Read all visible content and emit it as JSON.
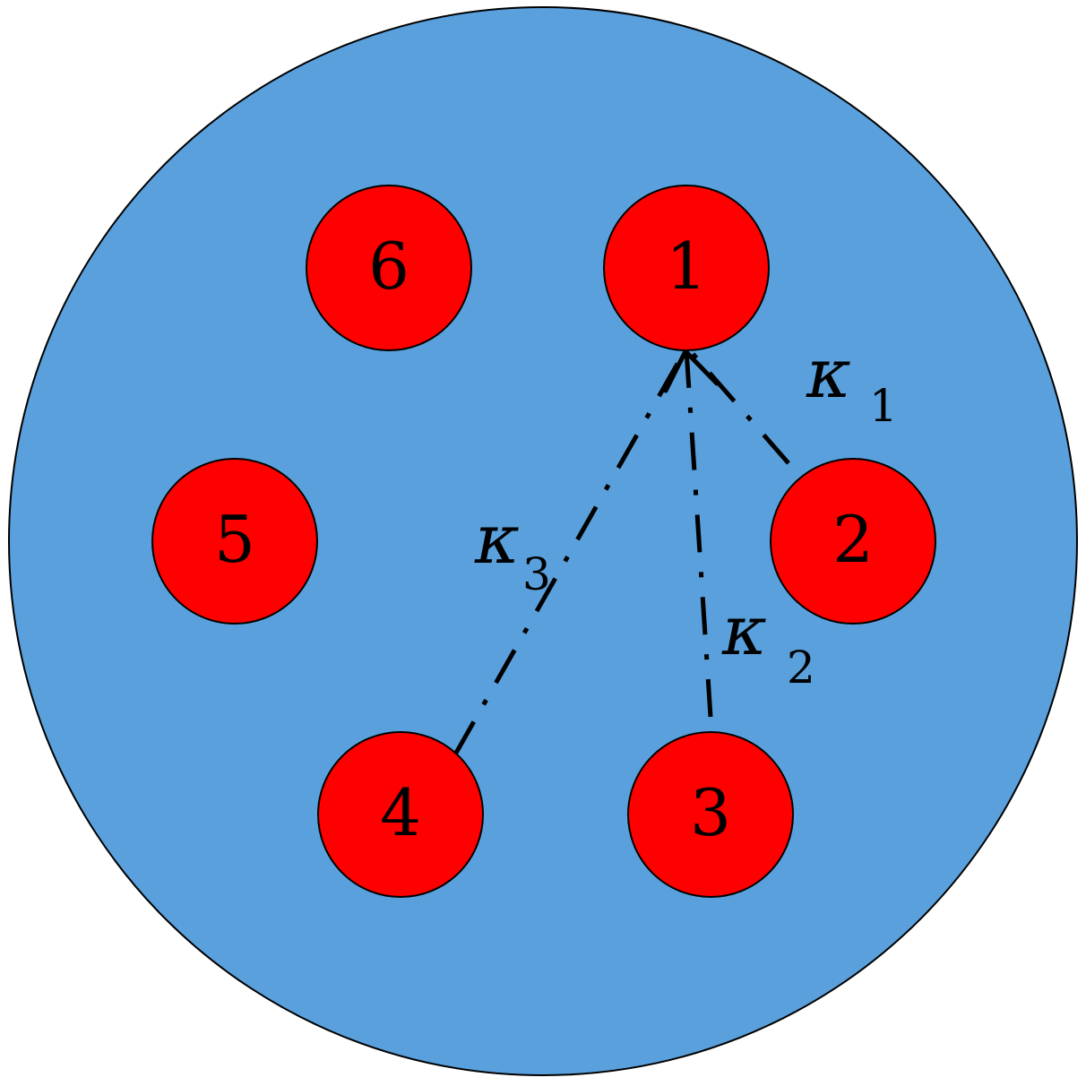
{
  "colors": {
    "background_disk": "#5aa0dc",
    "node_fill": "#ff0000",
    "outline": "#000000",
    "text": "#000000"
  },
  "nodes": [
    {
      "id": "1",
      "label": "1"
    },
    {
      "id": "2",
      "label": "2"
    },
    {
      "id": "3",
      "label": "3"
    },
    {
      "id": "4",
      "label": "4"
    },
    {
      "id": "5",
      "label": "5"
    },
    {
      "id": "6",
      "label": "6"
    }
  ],
  "couplings": [
    {
      "from": "2",
      "to": "1",
      "symbol": "κ",
      "subscript": "1"
    },
    {
      "from": "3",
      "to": "1",
      "symbol": "κ",
      "subscript": "2"
    },
    {
      "from": "4",
      "to": "1",
      "symbol": "κ",
      "subscript": "3"
    }
  ]
}
